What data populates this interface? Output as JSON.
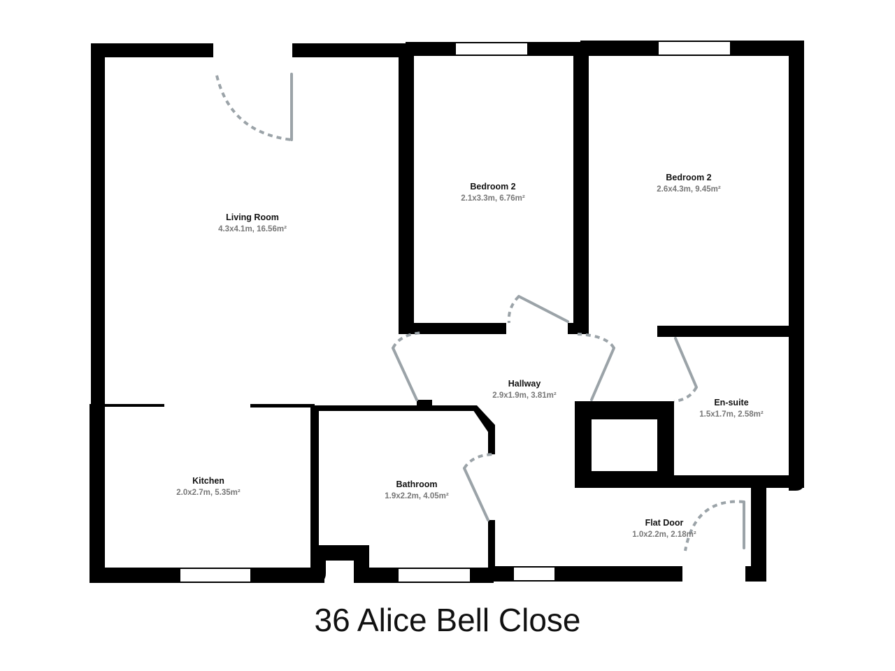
{
  "title": "36 Alice Bell Close",
  "rooms": [
    {
      "name": "Living Room",
      "dims": "4.3x4.1m, 16.56m²"
    },
    {
      "name": "Bedroom 2",
      "dims": "2.1x3.3m, 6.76m²"
    },
    {
      "name": "Bedroom 2",
      "dims": "2.6x4.3m, 9.45m²"
    },
    {
      "name": "Hallway",
      "dims": "2.9x1.9m, 3.81m²"
    },
    {
      "name": "En-suite",
      "dims": "1.5x1.7m, 2.58m²"
    },
    {
      "name": "Kitchen",
      "dims": "2.0x2.7m, 5.35m²"
    },
    {
      "name": "Bathroom",
      "dims": "1.9x2.2m, 4.05m²"
    },
    {
      "name": "Flat Door",
      "dims": "1.0x2.2m, 2.18m²"
    }
  ],
  "colors": {
    "wall": "#000000",
    "door": "#9ba3a8",
    "label": "#111111",
    "dims": "#777777"
  }
}
